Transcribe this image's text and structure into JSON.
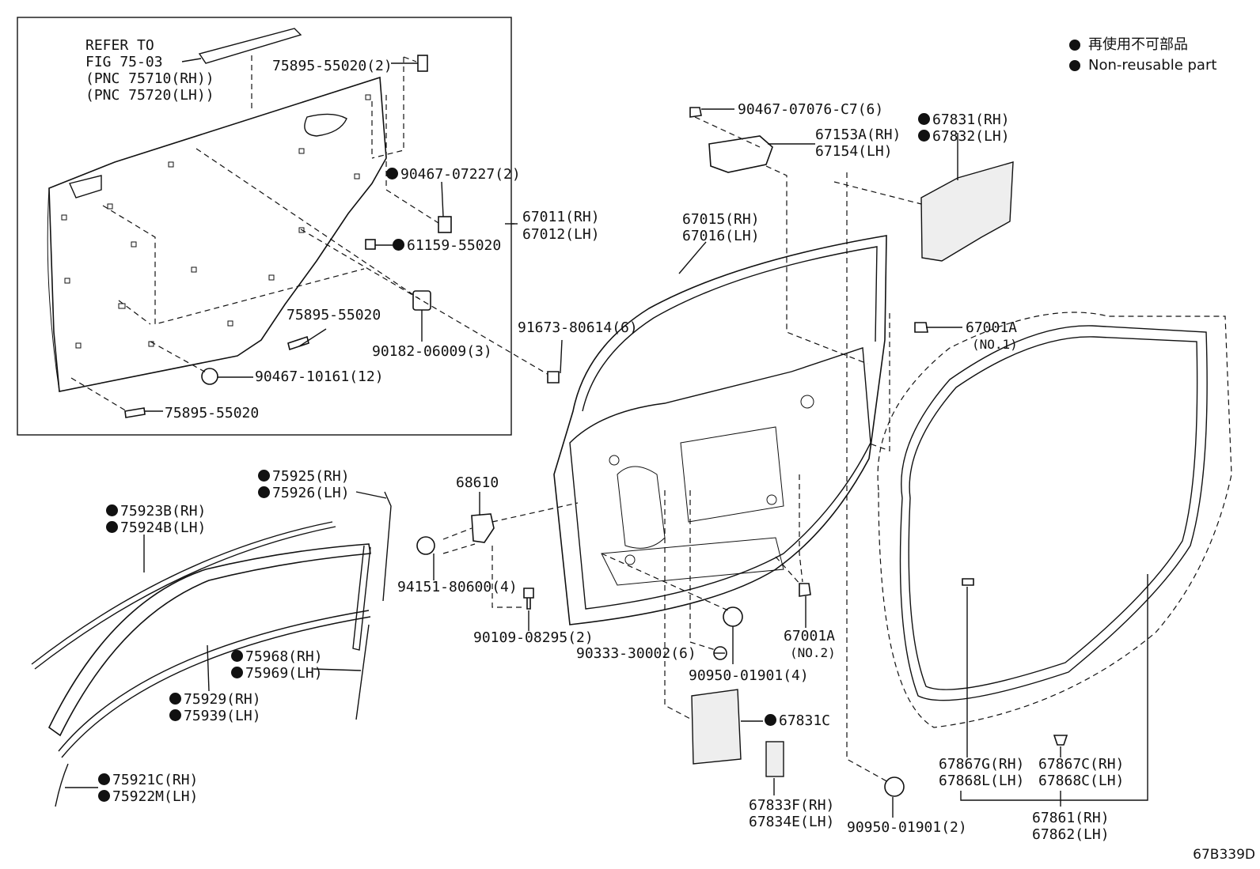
{
  "legend": {
    "symbol": "dot-icon",
    "jp": "再使用不可部品",
    "en": "Non-reusable part"
  },
  "labels": {
    "refer_to": "REFER TO",
    "fig": "FIG 75-03",
    "pnc_rh": "(PNC 75710(RH))",
    "pnc_lh": "(PNC 75720(LH))",
    "p75895_55020_2": "75895-55020(2)",
    "p90467_07227": "90467-07227(2)",
    "p67011": "67011(RH)",
    "p67012": "67012(LH)",
    "p61159": "61159-55020",
    "p75895_55020_a": "75895-55020",
    "p90182": "90182-06009(3)",
    "p90467_10161": "90467-10161(12)",
    "p75895_55020_b": "75895-55020",
    "p91673": "91673-80614(6)",
    "p90467_07076": "90467-07076-C7(6)",
    "p67153A": "67153A(RH)",
    "p67154": "67154(LH)",
    "p67831rh": "67831(RH)",
    "p67832lh": "67832(LH)",
    "p67015": "67015(RH)",
    "p67016": "67016(LH)",
    "p67001A_1": "67001A",
    "no1": "(NO.1)",
    "p75925": "75925(RH)",
    "p75926": "75926(LH)",
    "p75923B": "75923B(RH)",
    "p75924B": "75924B(LH)",
    "p68610": "68610",
    "p94151": "94151-80600(4)",
    "p90109": "90109-08295(2)",
    "p90333": "90333-30002(6)",
    "p90950_4": "90950-01901(4)",
    "p67001A_2": "67001A",
    "no2": "(NO.2)",
    "p75968": "75968(RH)",
    "p75969": "75969(LH)",
    "p75929": "75929(RH)",
    "p75939": "75939(LH)",
    "p67831C": "67831C",
    "p75921C": "75921C(RH)",
    "p75922M": "75922M(LH)",
    "p67833F": "67833F(RH)",
    "p67834E": "67834E(LH)",
    "p90950_2": "90950-01901(2)",
    "p67867G": "67867G(RH)",
    "p67868L": "67868L(LH)",
    "p67867C": "67867C(RH)",
    "p67868C": "67868C(LH)",
    "p67861": "67861(RH)",
    "p67862": "67862(LH)"
  },
  "diagram_code": "67B339D"
}
